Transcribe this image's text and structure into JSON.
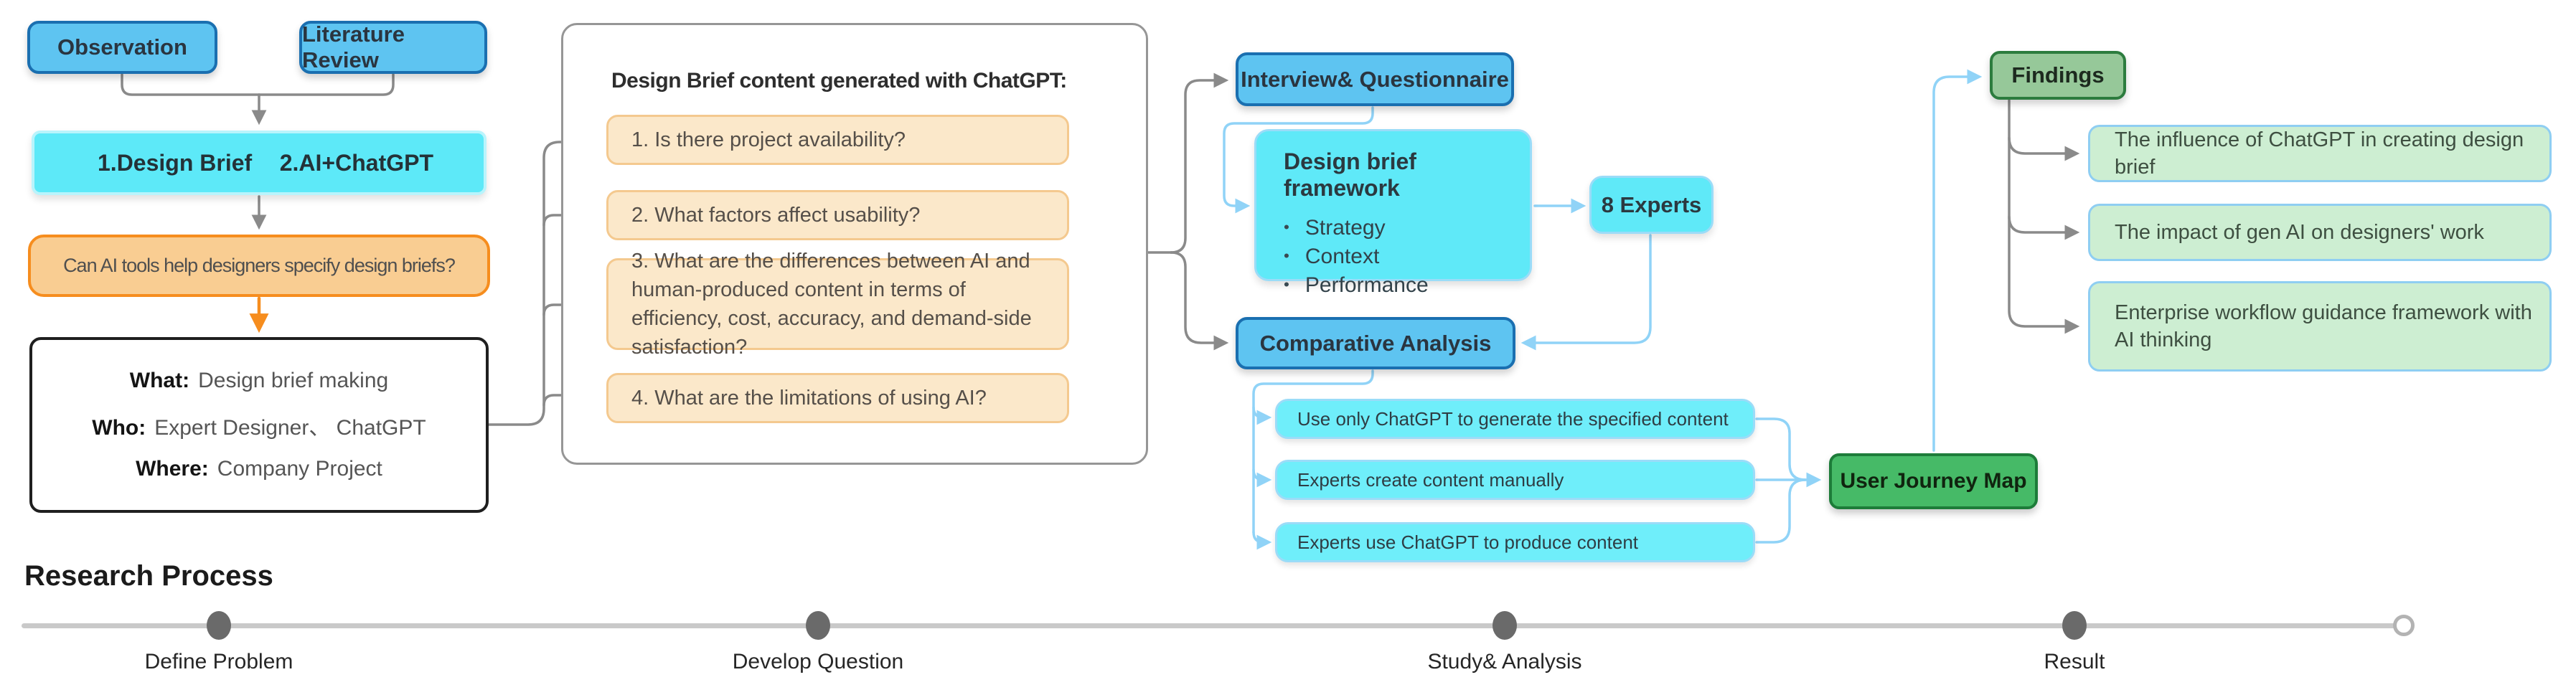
{
  "flow": {
    "observation_label": "Observation",
    "literature_review_label": "Literature Review",
    "topics": {
      "first": "1.Design Brief",
      "second": "2.AI+ChatGPT"
    },
    "research_question": "Can AI tools help designers specify design briefs?",
    "scope": {
      "what_label": "What:",
      "what_value": "Design brief making",
      "who_label": "Who:",
      "who_value": "Expert Designer、 ChatGPT",
      "where_label": "Where:",
      "where_value": "Company Project"
    },
    "brief_panel": {
      "title": "Design Brief content generated with ChatGPT:",
      "questions": [
        "1. Is there project availability?",
        "2. What factors affect usability?",
        "3. What are the differences between AI and human-produced content in terms of efficiency, cost, accuracy, and demand-side satisfaction?",
        "4. What are the limitations of using AI?"
      ]
    },
    "interview_label": "Interview& Questionnaire",
    "framework": {
      "title": "Design brief framework",
      "bullets": [
        "Strategy",
        "Context",
        "Performance"
      ]
    },
    "experts_label": "8 Experts",
    "comparative_label": "Comparative Analysis",
    "conditions": [
      "Use only ChatGPT to generate the specified content",
      "Experts create content manually",
      "Experts use ChatGPT to produce content"
    ],
    "user_journey_label": "User Journey Map",
    "findings_label": "Findings",
    "findings_items": [
      "The influence of ChatGPT in creating design brief",
      "The impact of gen AI on designers' work",
      "Enterprise workflow guidance framework with AI thinking"
    ]
  },
  "timeline": {
    "title": "Research Process",
    "stages": [
      "Define Problem",
      "Develop Question",
      "Study& Analysis",
      "Result"
    ]
  },
  "colors": {
    "blue_fill": "#5ec4f1",
    "blue_border": "#1a6fb0",
    "cyan_fill": "#5de9f8",
    "cyan_border": "#9adcf8",
    "orange_fill": "#f9cd92",
    "orange_border": "#f68d1e",
    "peach_fill": "#fbe8ca",
    "peach_border": "#f4c98f",
    "green_fill": "#96c899",
    "green_border": "#2c7c3e",
    "light_green_fill": "#cdeed2",
    "light_green_border": "#8fcef2",
    "dark_green_fill": "#46ba67",
    "dark_green_border": "#1d7c39",
    "gray_connector": "#8a8a8a",
    "blue_connector": "#90d3f7"
  }
}
